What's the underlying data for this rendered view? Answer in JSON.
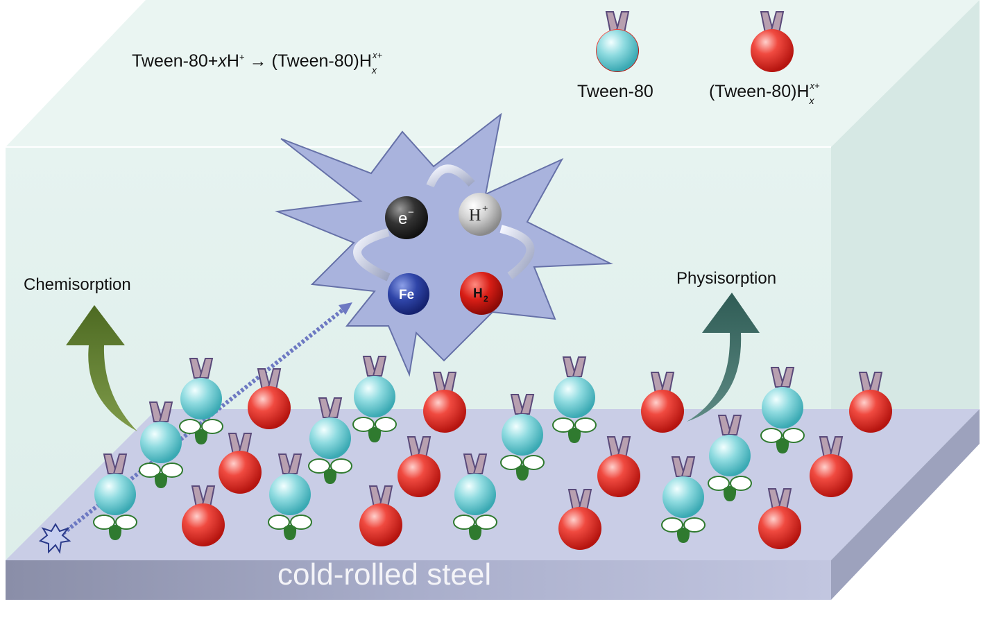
{
  "equation": {
    "lhs_start": "Tween-80+",
    "x": "x",
    "h": "H",
    "plus": "+",
    "arrow_rhs": " → (Tween-80)H",
    "sub_x": "x",
    "sup_xplus": "x+"
  },
  "legend": {
    "tween": "Tween-80",
    "protonated": "(Tween-80)H",
    "sub_x": "x",
    "sup_xplus": "x+"
  },
  "labels": {
    "chemisorption": "Chemisorption",
    "physisorption": "Physisorption",
    "substrate": "cold-rolled steel"
  },
  "cycle": {
    "electron": "e",
    "electron_sup": "−",
    "proton": "H",
    "proton_sup": "+",
    "iron": "Fe",
    "hydrogen": "H",
    "hydrogen_sub": "2"
  },
  "colors": {
    "box_face": "#e3f1ee",
    "steel_top": "#c8cde8",
    "tween_ball": "#7fd3d8",
    "protonated_ball": "#e8302a",
    "chem_arrow": "#5b7a2b",
    "phys_arrow": "#3f6e66",
    "star": "#a8b2dc"
  }
}
